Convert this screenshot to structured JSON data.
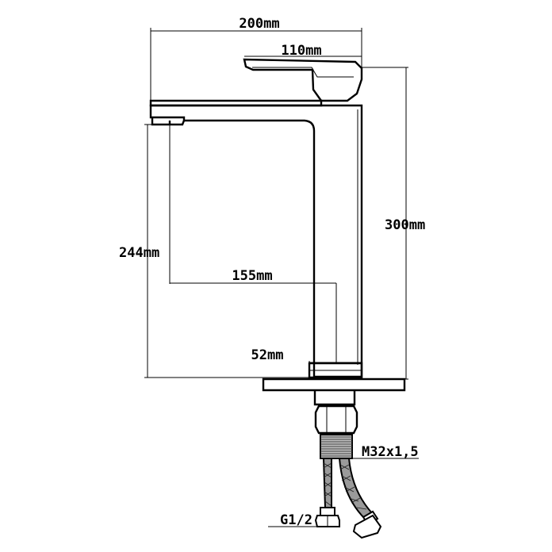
{
  "dimensions": {
    "overall_width": "200mm",
    "handle_length": "110mm",
    "overall_height": "300mm",
    "spout_height": "244mm",
    "spout_reach": "155mm",
    "base_diameter": "52mm",
    "thread_size": "M32x1,5",
    "hose_connection": "G1/2"
  }
}
